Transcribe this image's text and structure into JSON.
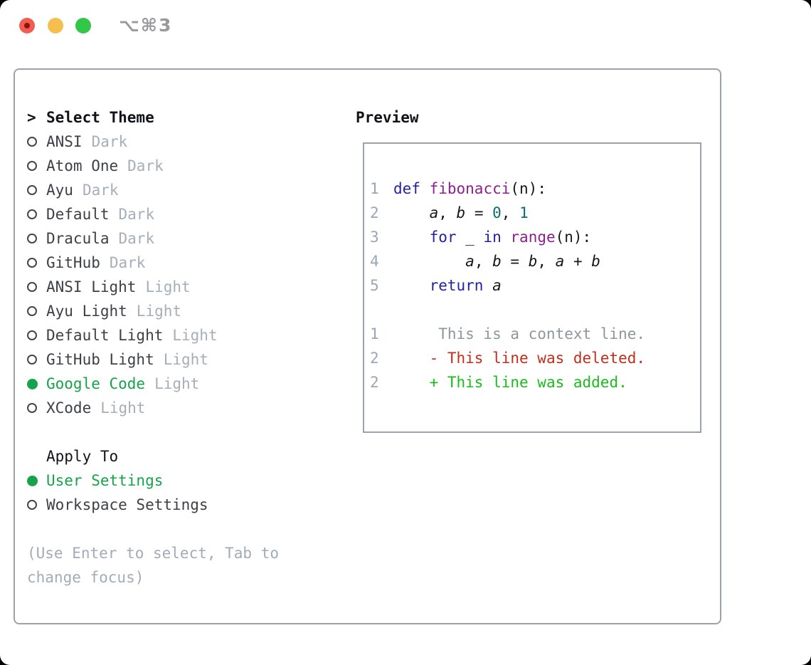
{
  "window": {
    "shortcut_label": "⌥⌘3",
    "traffic_lights": [
      "close",
      "minimize",
      "zoom"
    ]
  },
  "theme_panel": {
    "header": {
      "prompt": ">",
      "label": "Select Theme"
    },
    "items": [
      {
        "name": "ANSI",
        "tag": "Dark",
        "selected": false
      },
      {
        "name": "Atom One",
        "tag": "Dark",
        "selected": false
      },
      {
        "name": "Ayu",
        "tag": "Dark",
        "selected": false
      },
      {
        "name": "Default",
        "tag": "Dark",
        "selected": false
      },
      {
        "name": "Dracula",
        "tag": "Dark",
        "selected": false
      },
      {
        "name": "GitHub",
        "tag": "Dark",
        "selected": false
      },
      {
        "name": "ANSI Light",
        "tag": "Light",
        "selected": false
      },
      {
        "name": "Ayu Light",
        "tag": "Light",
        "selected": false
      },
      {
        "name": "Default Light",
        "tag": "Light",
        "selected": false
      },
      {
        "name": "GitHub Light",
        "tag": "Light",
        "selected": false
      },
      {
        "name": "Google Code",
        "tag": "Light",
        "selected": true
      },
      {
        "name": "XCode",
        "tag": "Light",
        "selected": false
      }
    ],
    "apply_to": {
      "label": "Apply To",
      "options": [
        {
          "name": "User Settings",
          "selected": true
        },
        {
          "name": "Workspace Settings",
          "selected": false
        }
      ]
    },
    "hint_lines": [
      "(Use Enter to select, Tab to",
      "change focus)"
    ]
  },
  "preview": {
    "label": "Preview",
    "code_lines": [
      {
        "num": "1",
        "tokens": [
          {
            "t": "def",
            "s": "keyword"
          },
          {
            "t": " ",
            "s": "plain"
          },
          {
            "t": "fibonacci",
            "s": "function"
          },
          {
            "t": "(n):",
            "s": "plain"
          }
        ]
      },
      {
        "num": "2",
        "tokens": [
          {
            "t": "    ",
            "s": "plain"
          },
          {
            "t": "a",
            "s": "variable"
          },
          {
            "t": ", ",
            "s": "plain"
          },
          {
            "t": "b",
            "s": "variable"
          },
          {
            "t": " = ",
            "s": "plain"
          },
          {
            "t": "0",
            "s": "number"
          },
          {
            "t": ", ",
            "s": "plain"
          },
          {
            "t": "1",
            "s": "number"
          }
        ]
      },
      {
        "num": "3",
        "tokens": [
          {
            "t": "    ",
            "s": "plain"
          },
          {
            "t": "for",
            "s": "keyword"
          },
          {
            "t": " _ ",
            "s": "plain"
          },
          {
            "t": "in",
            "s": "keyword"
          },
          {
            "t": " ",
            "s": "plain"
          },
          {
            "t": "range",
            "s": "function"
          },
          {
            "t": "(n):",
            "s": "plain"
          }
        ]
      },
      {
        "num": "4",
        "tokens": [
          {
            "t": "        ",
            "s": "plain"
          },
          {
            "t": "a",
            "s": "variable"
          },
          {
            "t": ", ",
            "s": "plain"
          },
          {
            "t": "b",
            "s": "variable"
          },
          {
            "t": " = ",
            "s": "plain"
          },
          {
            "t": "b",
            "s": "variable"
          },
          {
            "t": ", ",
            "s": "plain"
          },
          {
            "t": "a",
            "s": "variable"
          },
          {
            "t": " + ",
            "s": "plain"
          },
          {
            "t": "b",
            "s": "variable"
          }
        ]
      },
      {
        "num": "5",
        "tokens": [
          {
            "t": "    ",
            "s": "plain"
          },
          {
            "t": "return",
            "s": "keyword"
          },
          {
            "t": " ",
            "s": "plain"
          },
          {
            "t": "a",
            "s": "variable"
          }
        ]
      },
      {
        "num": "",
        "tokens": []
      },
      {
        "num": "1",
        "tokens": [
          {
            "t": "     This is a context line.",
            "s": "context"
          }
        ]
      },
      {
        "num": "2",
        "tokens": [
          {
            "t": "    ",
            "s": "plain"
          },
          {
            "t": "- This line was deleted.",
            "s": "deleted"
          }
        ]
      },
      {
        "num": "2",
        "tokens": [
          {
            "t": "    ",
            "s": "plain"
          },
          {
            "t": "+ This line was added.",
            "s": "added"
          }
        ]
      }
    ]
  },
  "palette": {
    "keyword": {
      "color": "#2323a2"
    },
    "function": {
      "color": "#8c218c"
    },
    "number": {
      "color": "#0c6c6c"
    },
    "variable": {
      "color": "#16181c",
      "italic": true
    },
    "plain": {
      "color": "#16181c"
    },
    "context": {
      "color": "#8f969e"
    },
    "deleted": {
      "color": "#c22e1c"
    },
    "added": {
      "color": "#1abc1c"
    },
    "line_number": {
      "color": "#9aa6b4"
    }
  },
  "colors": {
    "accent_green": "#16a34a",
    "item_name": "#3c4147",
    "item_tag": "#a6aeba",
    "hint_text": "#a2abb8",
    "header_text": "#101419",
    "panel_border": "#9aa3ad",
    "titlebar_red": "#f25c51",
    "titlebar_yellow": "#f6be4e",
    "titlebar_green": "#33c748",
    "shortcut_text": "#98999d"
  }
}
